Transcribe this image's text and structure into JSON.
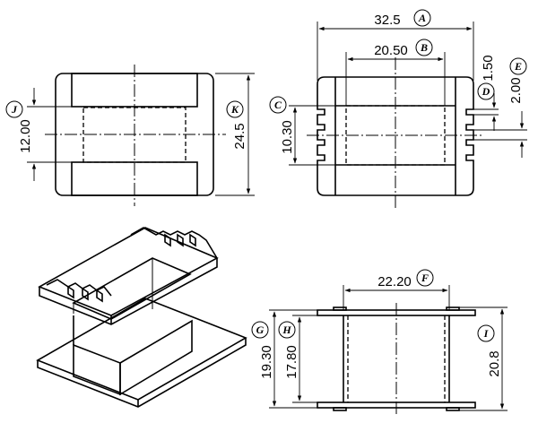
{
  "top_right_view": {
    "dims": {
      "A": "32.5",
      "B": "20.50",
      "C": "10.30",
      "D": "1.50",
      "E": "2.00"
    },
    "labels": {
      "A": "A",
      "B": "B",
      "C": "C",
      "D": "D",
      "E": "E"
    }
  },
  "top_left_view": {
    "dims": {
      "J": "12.00",
      "K": "24.5"
    },
    "labels": {
      "J": "J",
      "K": "K"
    }
  },
  "side_view": {
    "dims": {
      "F": "22.20",
      "G": "19.30",
      "H": "17.80",
      "I": "20.8"
    },
    "labels": {
      "F": "F",
      "G": "G",
      "H": "H",
      "I": "I"
    }
  }
}
